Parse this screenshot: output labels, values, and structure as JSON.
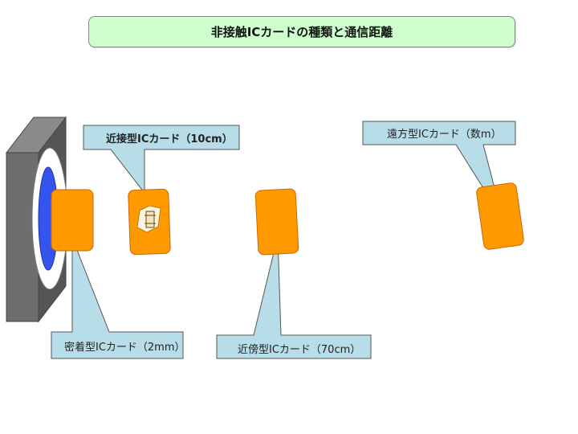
{
  "title": "非接触ICカードの種類と通信距離",
  "callouts": {
    "proximity": {
      "label": "近接型ICカード（10cm）"
    },
    "remote": {
      "label": "遠方型ICカード（数m）"
    },
    "contactless_close": {
      "label": "密着型ICカード（2mm）"
    },
    "vicinity": {
      "label": "近傍型ICカード（70cm）"
    }
  },
  "colors": {
    "title_fill": "#ccffcc",
    "callout_fill": "#b7dde8",
    "card_fill": "#ff9900",
    "card_stroke": "#cc6600",
    "reader_fill": "#666666",
    "reader_ring": "#ffffff",
    "reader_core": "#3355ee"
  }
}
